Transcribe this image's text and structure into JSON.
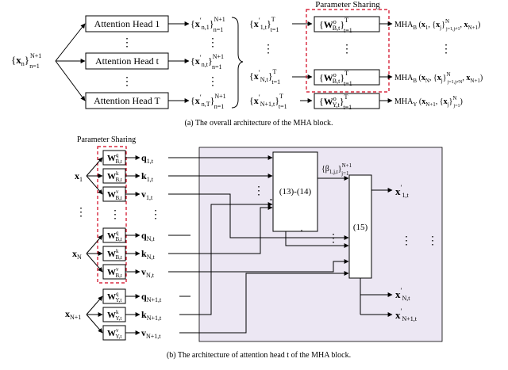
{
  "part_a": {
    "input": "{x_n}_{n=1}^{N+1}",
    "heads": [
      "Attention Head 1",
      "Attention Head t",
      "Attention Head T"
    ],
    "head_outputs": [
      "{x'_{n,1}}_{n=1}^{N+1}",
      "{x'_{n,t}}_{n=1}^{N+1}",
      "{x'_{n,T}}_{n=1}^{N+1}"
    ],
    "grouped": [
      "{x'_{1,t}}_{t=1}^{T}",
      "{x'_{N,t}}_{t=1}^{T}",
      "{x'_{N+1,t}}_{t=1}^{T}"
    ],
    "param_boxes": [
      "{W^o_{B,t}}_{t=1}^{T}",
      "{W^o_{B,t}}_{t=1}^{T}",
      "{W^o_{Y,t}}_{t=1}^{T}"
    ],
    "outputs": [
      "MHA_B (x_1, {x_j}_{j=1,j≠1}^{N}, x_{N+1})",
      "MHA_B (x_N, {x_j}_{j=1,j≠N}^{N}, x_{N+1})",
      "MHA_Y (x_{N+1}, {x_j}_{j=1}^{N})"
    ],
    "sharing_label": "Parameter Sharing",
    "caption": "(a)  The overall architecture of the MHA block."
  },
  "part_b": {
    "sharing_label": "Parameter Sharing",
    "inputs": [
      "x_1",
      "x_N",
      "x_{N+1}"
    ],
    "weights": [
      "W^q_{B,t}",
      "W^k_{B,t}",
      "W^v_{B,t}",
      "W^q_{B,t}",
      "W^k_{B,t}",
      "W^v_{B,t}",
      "W^q_{Y,t}",
      "W^k_{Y,t}",
      "W^v_{Y,t}"
    ],
    "qkv": [
      "q_{1,t}",
      "k_{1,t}",
      "v_{1,t}",
      "q_{N,t}",
      "k_{N,t}",
      "v_{N,t}",
      "q_{N+1,t}",
      "k_{N+1,t}",
      "v_{N+1,t}"
    ],
    "block1": "(13)-(14)",
    "beta": "{β_{1,j,t}}_{j=1}^{N+1}",
    "block2": "(15)",
    "outputs": [
      "x'_{1,t}",
      "x'_{N,t}",
      "x'_{N+1,t}"
    ],
    "caption": "(b)  The architecture of attention head t of the MHA block."
  },
  "colors": {
    "shading": "#ece7f3",
    "dash": "#d0021b",
    "stroke": "#000000"
  }
}
